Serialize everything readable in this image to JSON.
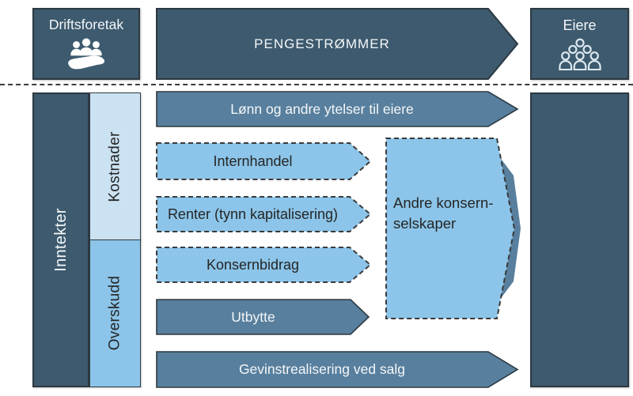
{
  "colors": {
    "dark_slate": "#3d5a6e",
    "steel_blue": "#587f9d",
    "light_blue": "#8cc5e9",
    "pale_blue": "#cbe2f2",
    "dark_text": "#252525",
    "white_text": "#f4f7f9",
    "dash_border": "#3a3a3a"
  },
  "top": {
    "left_box": "Driftsforetak",
    "main_arrow": "PENGESTRØMMER",
    "right_box": "Eiere"
  },
  "columns": {
    "income": "Inntekter",
    "costs": "Kostnader",
    "profit": "Overskudd"
  },
  "flows": [
    {
      "label": "Lønn og andre ytelser til eiere",
      "style": "solid"
    },
    {
      "label": "Internhandel",
      "style": "dashed"
    },
    {
      "label": "Renter (tynn kapitalisering)",
      "style": "dashed"
    },
    {
      "label": "Konsernbidrag",
      "style": "dashed"
    },
    {
      "label": "Utbytte",
      "style": "solid"
    },
    {
      "label": "Gevinstrealisering ved salg",
      "style": "solid"
    }
  ],
  "related": {
    "line1": "Andre konsern-",
    "line2": "selskaper"
  }
}
